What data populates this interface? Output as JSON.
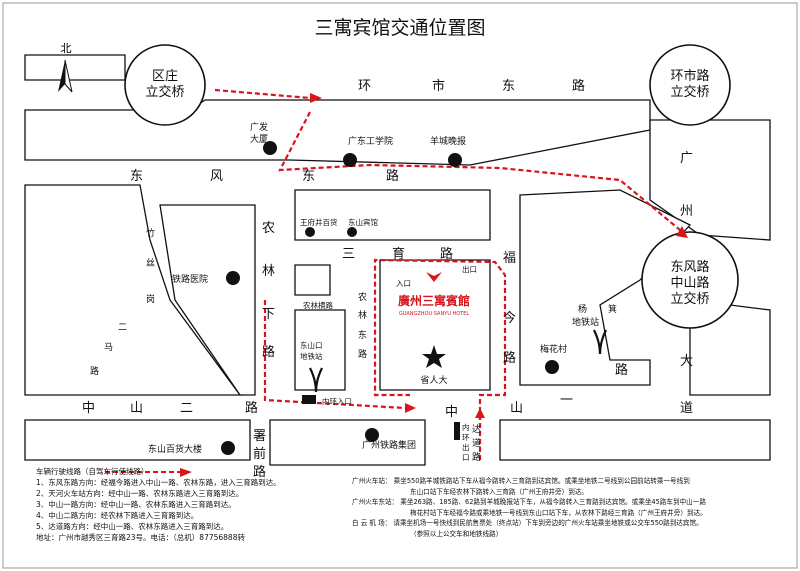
{
  "title": "三寓宾馆交通位置图",
  "north": "北",
  "colors": {
    "road": "#ffffff",
    "block": "#ffffff",
    "line": "#111111",
    "route": "#d8141c",
    "hotel": "#d8141c"
  },
  "nodes": {
    "quzhuang": [
      "区庄",
      "立交桥"
    ],
    "huanshi": [
      "环市路",
      "立交桥"
    ],
    "dongfeng": [
      "东风路",
      "中山路",
      "立交桥"
    ]
  },
  "roads": {
    "huanshi_east": [
      "环",
      "市",
      "东",
      "路"
    ],
    "dongfeng": [
      "东",
      "风",
      "东",
      "路"
    ],
    "guangzhou_dadao": [
      "广",
      "州",
      "大",
      "道"
    ],
    "zhongshan2": [
      "中",
      "山",
      "二",
      "路"
    ],
    "zhongshan_e": [
      "中",
      "山",
      "一",
      "路"
    ],
    "nonglinxia": [
      "农",
      "林",
      "下",
      "路"
    ],
    "sanyu": [
      "三",
      "育",
      "路"
    ],
    "fujin": [
      "福",
      "今",
      "路"
    ],
    "zhusigang": [
      "竹",
      "丝",
      "岗"
    ],
    "erma": [
      "二",
      "马",
      "路"
    ],
    "shuqian": [
      "署",
      "前",
      "路"
    ],
    "nonglindong": [
      "农",
      "林",
      "东",
      "路"
    ],
    "dadao_lu": [
      "达",
      "道",
      "路"
    ]
  },
  "places": {
    "guangfa": [
      "广发",
      "大厦"
    ],
    "gdgongxue": "广东工学院",
    "yangcheng": "羊城晚报",
    "wangfujing": "王府井百货",
    "dongshan_hotel": "东山宾馆",
    "tielu_hosp": "铁路医院",
    "nonglin_heng": "农林横路",
    "dongshankou": [
      "东山口",
      "地铁站"
    ],
    "ruko": "入口",
    "chuko": "出口",
    "hotel_cn": "廣州三寓賓館",
    "hotel_en": "GUANGZHOU SANYU HOTEL",
    "shengrenda": "省人大",
    "meihuacun": "梅花村",
    "yangji": [
      "杨",
      "箕"
    ],
    "yangji_station": "地铁站",
    "neihuan": "内环入口",
    "neihuan_exit": [
      "内",
      "环",
      "出",
      "口"
    ],
    "gz_tielu": "广州铁路集团",
    "dongshan_baihuo": "东山百货大楼"
  },
  "legend": {
    "head": "车辆行驶线路（自驾车行使线路）",
    "lines": [
      "1、东风东路方向：经福今路进入中山一路、农林东路，进入三育路到达。",
      "2、天河火车站方向：经中山一路、农林东路进入三育路到达。",
      "3、中山一路方向：经中山一路、农林东路进入三育路到达。",
      "4、中山二路方向：经农林下路进入三育路到达。",
      "5、达道路方向：经中山一路、农林东路进入三育路到达。"
    ],
    "address": "地址：广州市越秀区三育路23号。电话：（总机）87756888转"
  },
  "transit": {
    "train_label": "广州火车站：",
    "train_1": "乘坐550路羊城铁路站下车从福今路转入三育路到达宾馆。或乘坐地铁二号线到公园前站转乘一号线到",
    "train_2": "东山口站下车经农林下路转入三育路（广州王府井旁）到达。",
    "east_label": "广州火车东站：",
    "east_1": "乘坐263路、185路、62路到羊城晚报站下车，从福今路转入三育路到达宾馆。或乘坐45路车到中山一路",
    "east_2": "梅花村站下车经福今路或乘地铁一号线到东山口站下车，从农林下路经三育路（广州王府井旁）到达。",
    "air_label": "白  云  机  场：",
    "air_1": "请乘坐机场一号快线到民航售票处（终点站）下车到旁边的广州火车站乘坐地铁或公交车550路到达宾馆。",
    "air_2": "（参照以上公交车和地铁线路）"
  }
}
